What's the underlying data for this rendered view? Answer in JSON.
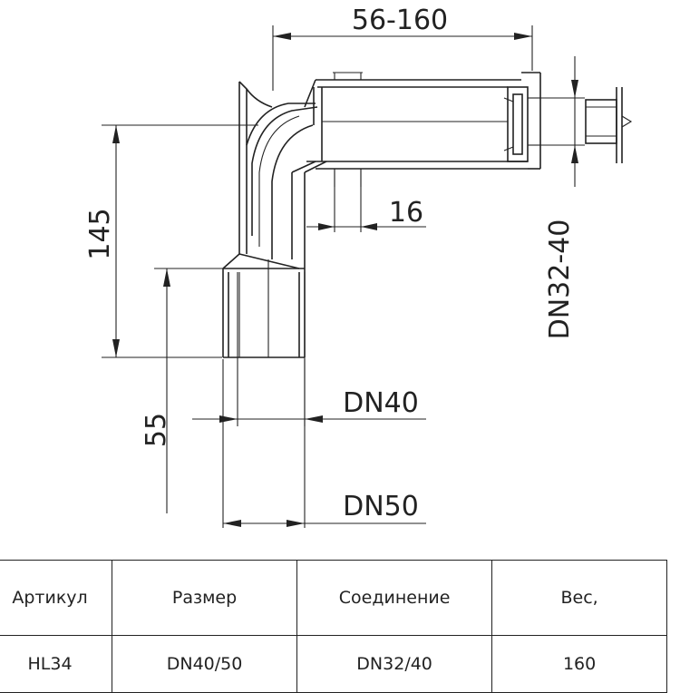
{
  "dimensions": {
    "top_length": "56-160",
    "vertical_height": "145",
    "socket_depth": "55",
    "offset": "16",
    "side_connection": "DN32-40",
    "inner_diameter": "DN40",
    "outer_diameter": "DN50"
  },
  "table": {
    "headers": [
      "Артикул",
      "Размер",
      "Соединение",
      "Вес,"
    ],
    "rows": [
      [
        "HL34",
        "DN40/50",
        "DN32/40",
        "160"
      ]
    ]
  }
}
